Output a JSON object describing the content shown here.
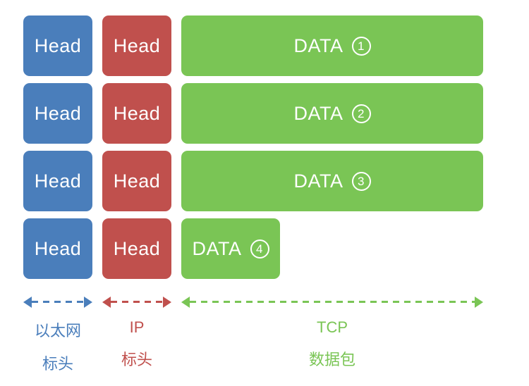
{
  "colors": {
    "ethernet_blue": "#4a7ebb",
    "ip_red": "#c0504d",
    "tcp_green": "#7ac555",
    "box_text": "#ffffff",
    "background": "#ffffff"
  },
  "rows": [
    {
      "ethernet_label": "Head",
      "ip_label": "Head",
      "data_label": "DATA",
      "data_number": "1",
      "data_size": "full"
    },
    {
      "ethernet_label": "Head",
      "ip_label": "Head",
      "data_label": "DATA",
      "data_number": "2",
      "data_size": "full"
    },
    {
      "ethernet_label": "Head",
      "ip_label": "Head",
      "data_label": "DATA",
      "data_number": "3",
      "data_size": "full"
    },
    {
      "ethernet_label": "Head",
      "ip_label": "Head",
      "data_label": "DATA",
      "data_number": "4",
      "data_size": "short"
    }
  ],
  "legend": {
    "ethernet": {
      "line1": "以太网",
      "line2": "标头"
    },
    "ip": {
      "line1": "IP",
      "line2": "标头"
    },
    "tcp": {
      "line1": "TCP",
      "line2": "数据包"
    }
  }
}
